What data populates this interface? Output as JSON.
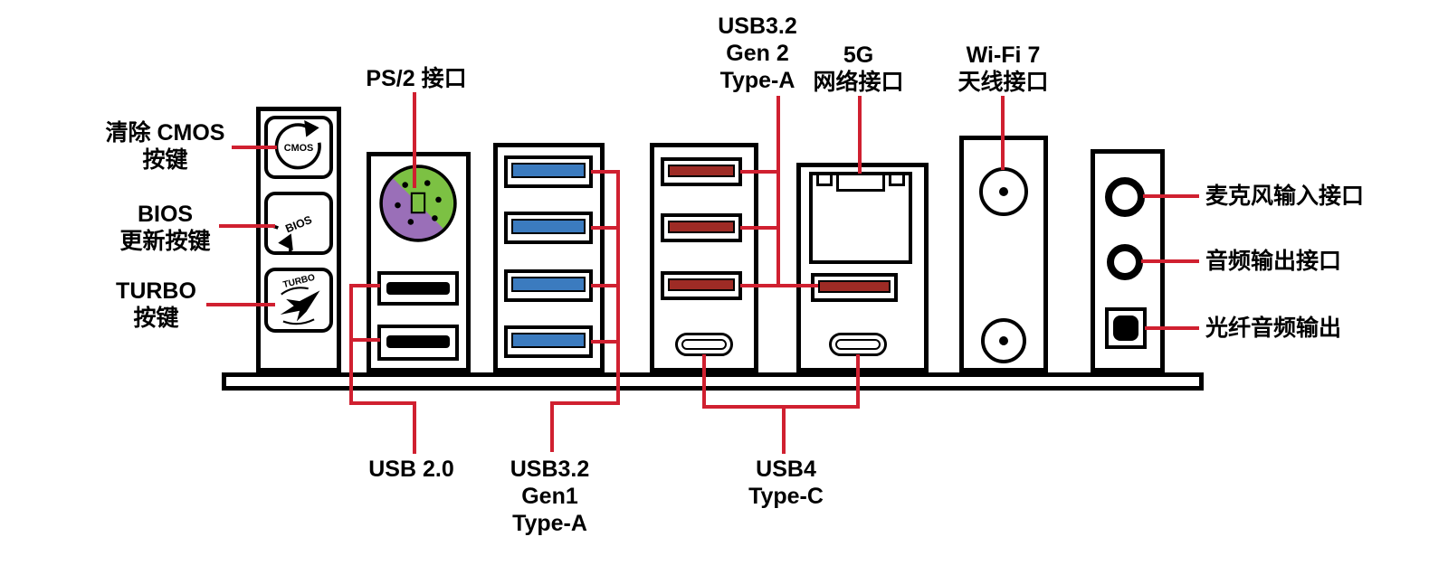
{
  "colors": {
    "accent": "#d02030",
    "usb3_blue": "#3b7bbf",
    "usb3_red": "#9e2b25",
    "ps2_green": "#7cc143",
    "ps2_purple": "#9a6fb8",
    "outline": "#000000"
  },
  "labels": {
    "clear_cmos": {
      "lines": [
        "清除 CMOS",
        "按键"
      ]
    },
    "bios_update": {
      "lines": [
        "BIOS",
        "更新按键"
      ]
    },
    "turbo": {
      "lines": [
        "TURBO",
        "按键"
      ]
    },
    "ps2": {
      "lines": [
        "PS/2 接口"
      ]
    },
    "usb32_gen2": {
      "lines": [
        "USB3.2",
        "Gen 2",
        "Type-A"
      ]
    },
    "lan_5g": {
      "lines": [
        "5G",
        "网络接口"
      ]
    },
    "wifi7": {
      "lines": [
        "Wi-Fi 7",
        "天线接口"
      ]
    },
    "mic_in": {
      "lines": [
        "麦克风输入接口"
      ]
    },
    "audio_out": {
      "lines": [
        "音频输出接口"
      ]
    },
    "optical_out": {
      "lines": [
        "光纤音频输出"
      ]
    },
    "usb20": {
      "lines": [
        "USB 2.0"
      ]
    },
    "usb32_gen1": {
      "lines": [
        "USB3.2",
        "Gen1",
        "Type-A"
      ]
    },
    "usb4": {
      "lines": [
        "USB4",
        "Type-C"
      ]
    }
  },
  "buttons": {
    "cmos": {
      "icon": "clockwise-arrow-icon",
      "text": "CMOS"
    },
    "bios": {
      "icon": "clockwise-arrow-icon",
      "text": "BIOS"
    },
    "turbo": {
      "icon": "jet-plane-icon",
      "text": "TURBO"
    }
  },
  "ports": {
    "usb2_count": 2,
    "usb32_gen1_type_a_count": 4,
    "usb32_gen2_type_a_count": 4,
    "usb4_type_c_count": 2,
    "lan_count": 1,
    "wifi_antenna_count": 2,
    "audio_jack_count": 2,
    "optical_out_count": 1,
    "ps2_count": 1
  }
}
